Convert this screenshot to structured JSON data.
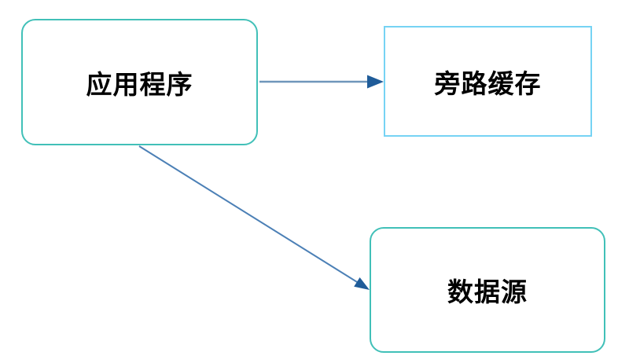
{
  "diagram": {
    "nodes": {
      "application": {
        "label": "应用程序",
        "shape": "rounded-rectangle"
      },
      "cache_aside": {
        "label": "旁路缓存",
        "shape": "rectangle"
      },
      "data_source": {
        "label": "数据源",
        "shape": "rounded-rectangle"
      }
    },
    "edges": [
      {
        "from": "application",
        "to": "cache_aside",
        "style": "arrow"
      },
      {
        "from": "application",
        "to": "data_source",
        "style": "arrow"
      }
    ],
    "colors": {
      "rounded_node_border": "#41c0b8",
      "rect_node_border": "#76d3f4",
      "edge_line": "#6f96ba",
      "edge_line_diagonal": "#4c80b6",
      "edge_arrowhead": "#1f5c99",
      "label_text": "#000000",
      "background": "#ffffff"
    }
  }
}
